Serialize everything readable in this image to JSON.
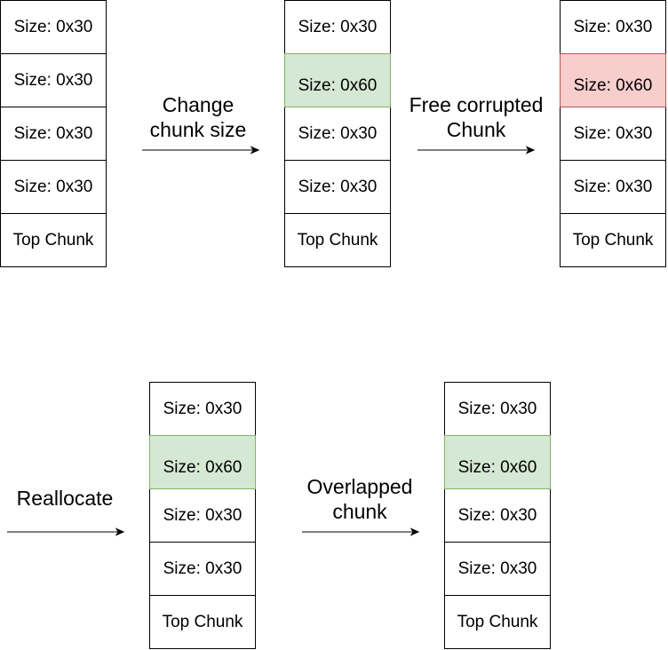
{
  "stacks": [
    {
      "id": "initial",
      "cells": [
        {
          "label": "Size: 0x30",
          "state": "normal"
        },
        {
          "label": "Size: 0x30",
          "state": "normal"
        },
        {
          "label": "Size: 0x30",
          "state": "normal"
        },
        {
          "label": "Size: 0x30",
          "state": "normal"
        },
        {
          "label": "Top Chunk",
          "state": "normal"
        }
      ]
    },
    {
      "id": "size-changed",
      "cells": [
        {
          "label": "Size: 0x30",
          "state": "normal"
        },
        {
          "label": "Size: 0x60",
          "state": "modified"
        },
        {
          "label": "Size: 0x30",
          "state": "overlapped"
        },
        {
          "label": "Size: 0x30",
          "state": "normal"
        },
        {
          "label": "Top Chunk",
          "state": "normal"
        }
      ]
    },
    {
      "id": "freed",
      "cells": [
        {
          "label": "Size: 0x30",
          "state": "normal"
        },
        {
          "label": "Size: 0x60",
          "state": "freed"
        },
        {
          "label": "Size: 0x30",
          "state": "overlapped"
        },
        {
          "label": "Size: 0x30",
          "state": "normal"
        },
        {
          "label": "Top Chunk",
          "state": "normal"
        }
      ]
    },
    {
      "id": "reallocated",
      "cells": [
        {
          "label": "Size: 0x30",
          "state": "normal"
        },
        {
          "label": "Size: 0x60",
          "state": "modified"
        },
        {
          "label": "Size: 0x30",
          "state": "overlapped"
        },
        {
          "label": "Size: 0x30",
          "state": "normal"
        },
        {
          "label": "Top Chunk",
          "state": "normal"
        }
      ]
    },
    {
      "id": "overlapped",
      "cells": [
        {
          "label": "Size: 0x30",
          "state": "normal"
        },
        {
          "label": "Size: 0x60",
          "state": "modified"
        },
        {
          "label": "Size: 0x30",
          "state": "overlapped"
        },
        {
          "label": "Size: 0x30",
          "state": "normal"
        },
        {
          "label": "Top Chunk",
          "state": "normal"
        }
      ]
    }
  ],
  "steps": [
    {
      "label_lines": [
        "Change",
        "chunk size"
      ]
    },
    {
      "label_lines": [
        "Free corrupted",
        "Chunk"
      ]
    },
    {
      "label_lines": [
        "Reallocate"
      ]
    },
    {
      "label_lines": [
        "Overlapped",
        "chunk"
      ]
    }
  ],
  "colors": {
    "modified_fill": "#d5e8d4",
    "modified_stroke": "#82b366",
    "freed_fill": "#f8cecc",
    "freed_stroke": "#b85450",
    "line": "#000000"
  }
}
